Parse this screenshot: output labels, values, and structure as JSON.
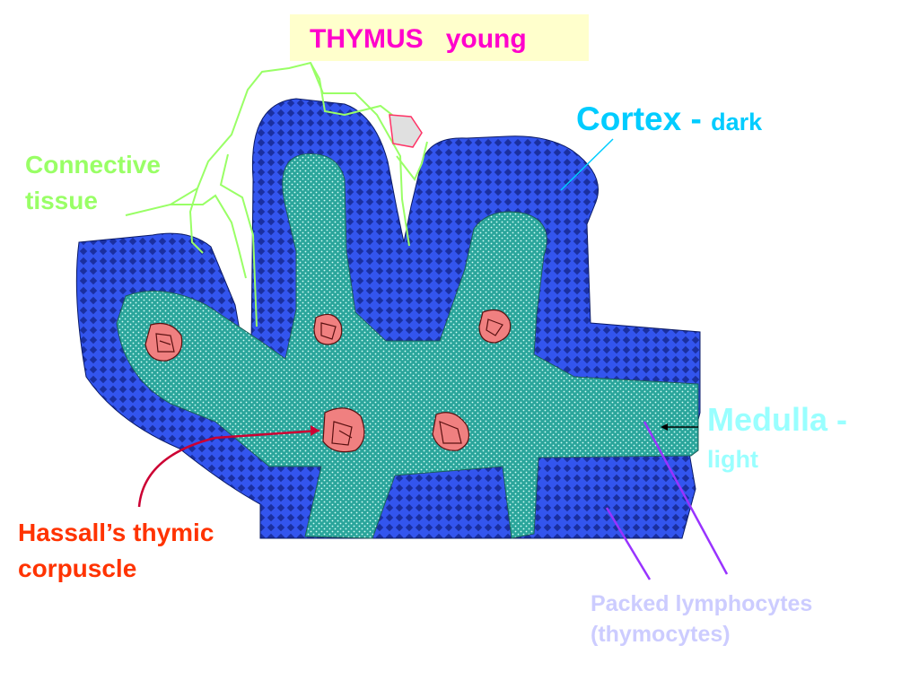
{
  "title": {
    "main": "THYMUS",
    "sub": "young"
  },
  "labels": {
    "cortex": {
      "text": "Cortex  -",
      "sub": "dark"
    },
    "connective": {
      "line1": "Connective",
      "line2": "tissue"
    },
    "medulla": {
      "line1": "Medulla -",
      "line2": "light"
    },
    "hassall": {
      "line1": "Hassall’s thymic",
      "line2": "corpuscle"
    },
    "packed": {
      "line1": "Packed lymphocytes",
      "line2": "(thymocytes)"
    }
  },
  "colors": {
    "cortex_fill": "#2244cc",
    "medulla_fill": "#2aa59b",
    "corpuscle_fill": "#f08080",
    "connective_tissue": "#99ff66",
    "title_box": "#ffffcc"
  }
}
